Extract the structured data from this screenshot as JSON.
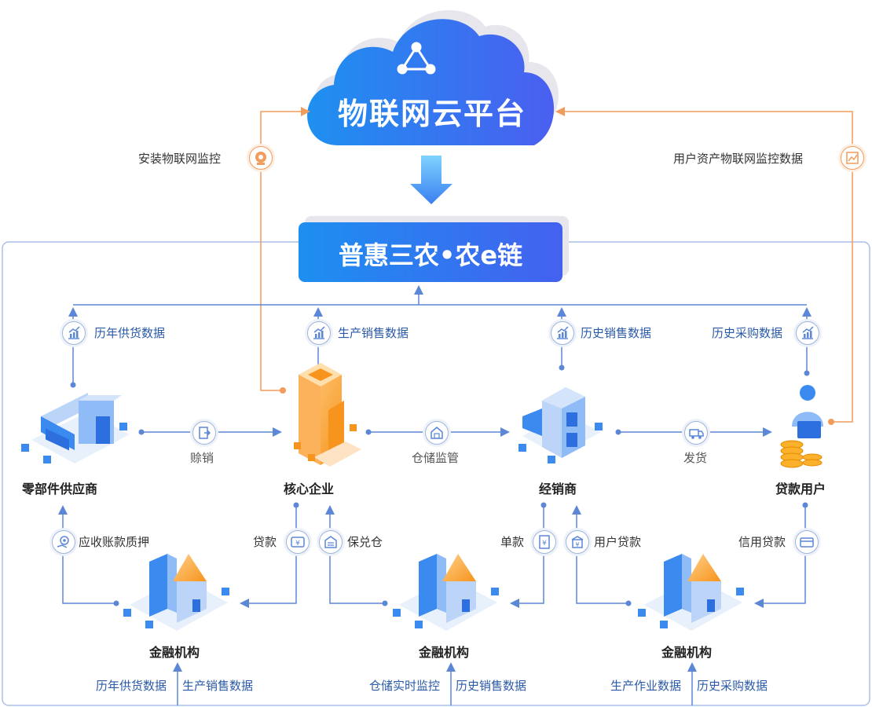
{
  "cloud": {
    "title": "物联网云平台"
  },
  "banner": {
    "title": "普惠三农•农e链"
  },
  "side_labels": {
    "install": "安装物联网监控",
    "user_asset": "用户资产物联网监控数据"
  },
  "nodes": {
    "supplier": "零部件供应商",
    "core": "核心企业",
    "dealer": "经销商",
    "borrower": "贷款用户",
    "bank1": "金融机构",
    "bank2": "金融机构",
    "bank3": "金融机构"
  },
  "top_data": {
    "supplier": "历年供货数据",
    "core": "生产销售数据",
    "dealer": "历史销售数据",
    "borrower": "历史采购数据"
  },
  "flows": {
    "supplier_core": "赊销",
    "core_dealer": "仓储监管",
    "dealer_borrower": "发货"
  },
  "finance_links": {
    "receivable": "应收账款质押",
    "loan": "贷款",
    "warehouse": "保兑仓",
    "bill": "单款",
    "user_loan": "用户贷款",
    "credit_loan": "信用贷款"
  },
  "bottom_data": {
    "bank1_left": "历年供货数据",
    "bank1_right": "生产销售数据",
    "bank2_left": "仓储实时监控",
    "bank2_right": "历史销售数据",
    "bank3_left": "生产作业数据",
    "bank3_right": "历史采购数据"
  },
  "colors": {
    "line": "#5b87d6",
    "orange": "#f39b5b",
    "cloud_start": "#1e90f0",
    "cloud_end": "#4a5ff0"
  },
  "icons": [
    "cloud-network-icon",
    "arrow-down-icon",
    "camera-icon",
    "chart-icon",
    "building-icon",
    "tower-icon",
    "house-icon",
    "user-coins-icon",
    "bank-icon",
    "truck-icon",
    "transfer-icon",
    "yuan-icon",
    "warehouse-icon",
    "credit-card-icon",
    "gear-hand-icon"
  ]
}
